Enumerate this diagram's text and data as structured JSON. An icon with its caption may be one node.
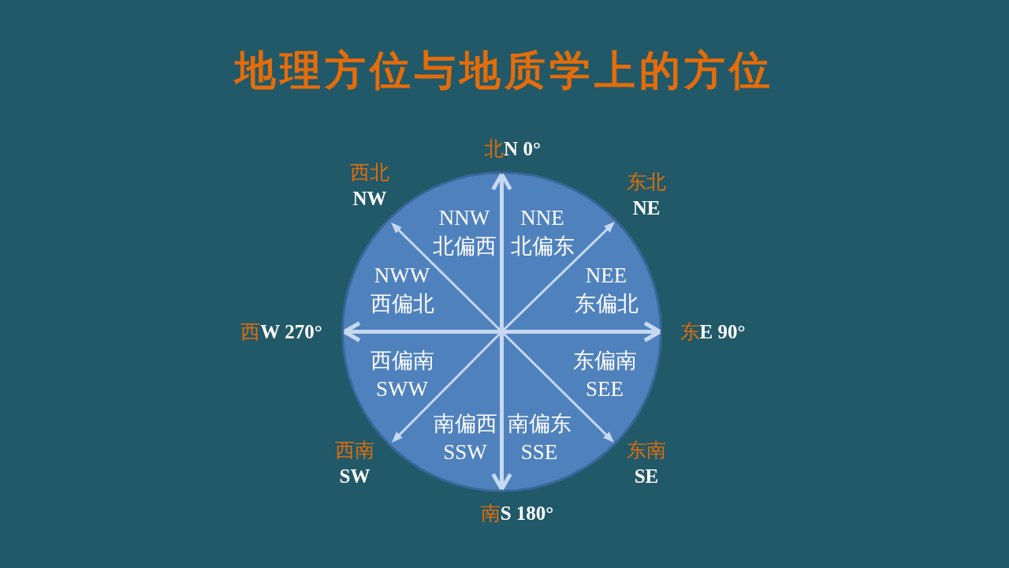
{
  "diagram": {
    "title": "地理方位与地质学上的方位",
    "nodes": [
      {
        "text": [
          "NNW 北偏西",
          "NNE 北偏东",
          "NWW 西偏北",
          "NEE 东偏北",
          "西偏南 SWW",
          "东偏南 SEE",
          "南偏西 SSW",
          "南偏东 SSE"
        ]
      }
    ],
    "labels": [
      "北**N 0°**",
      "西北 **NW**",
      "东北 **NE**",
      "西**W 270°**",
      "东**E 90°**",
      "西南 **SW**",
      "东南 **SE**",
      "南**S 180°**"
    ]
  }
}
